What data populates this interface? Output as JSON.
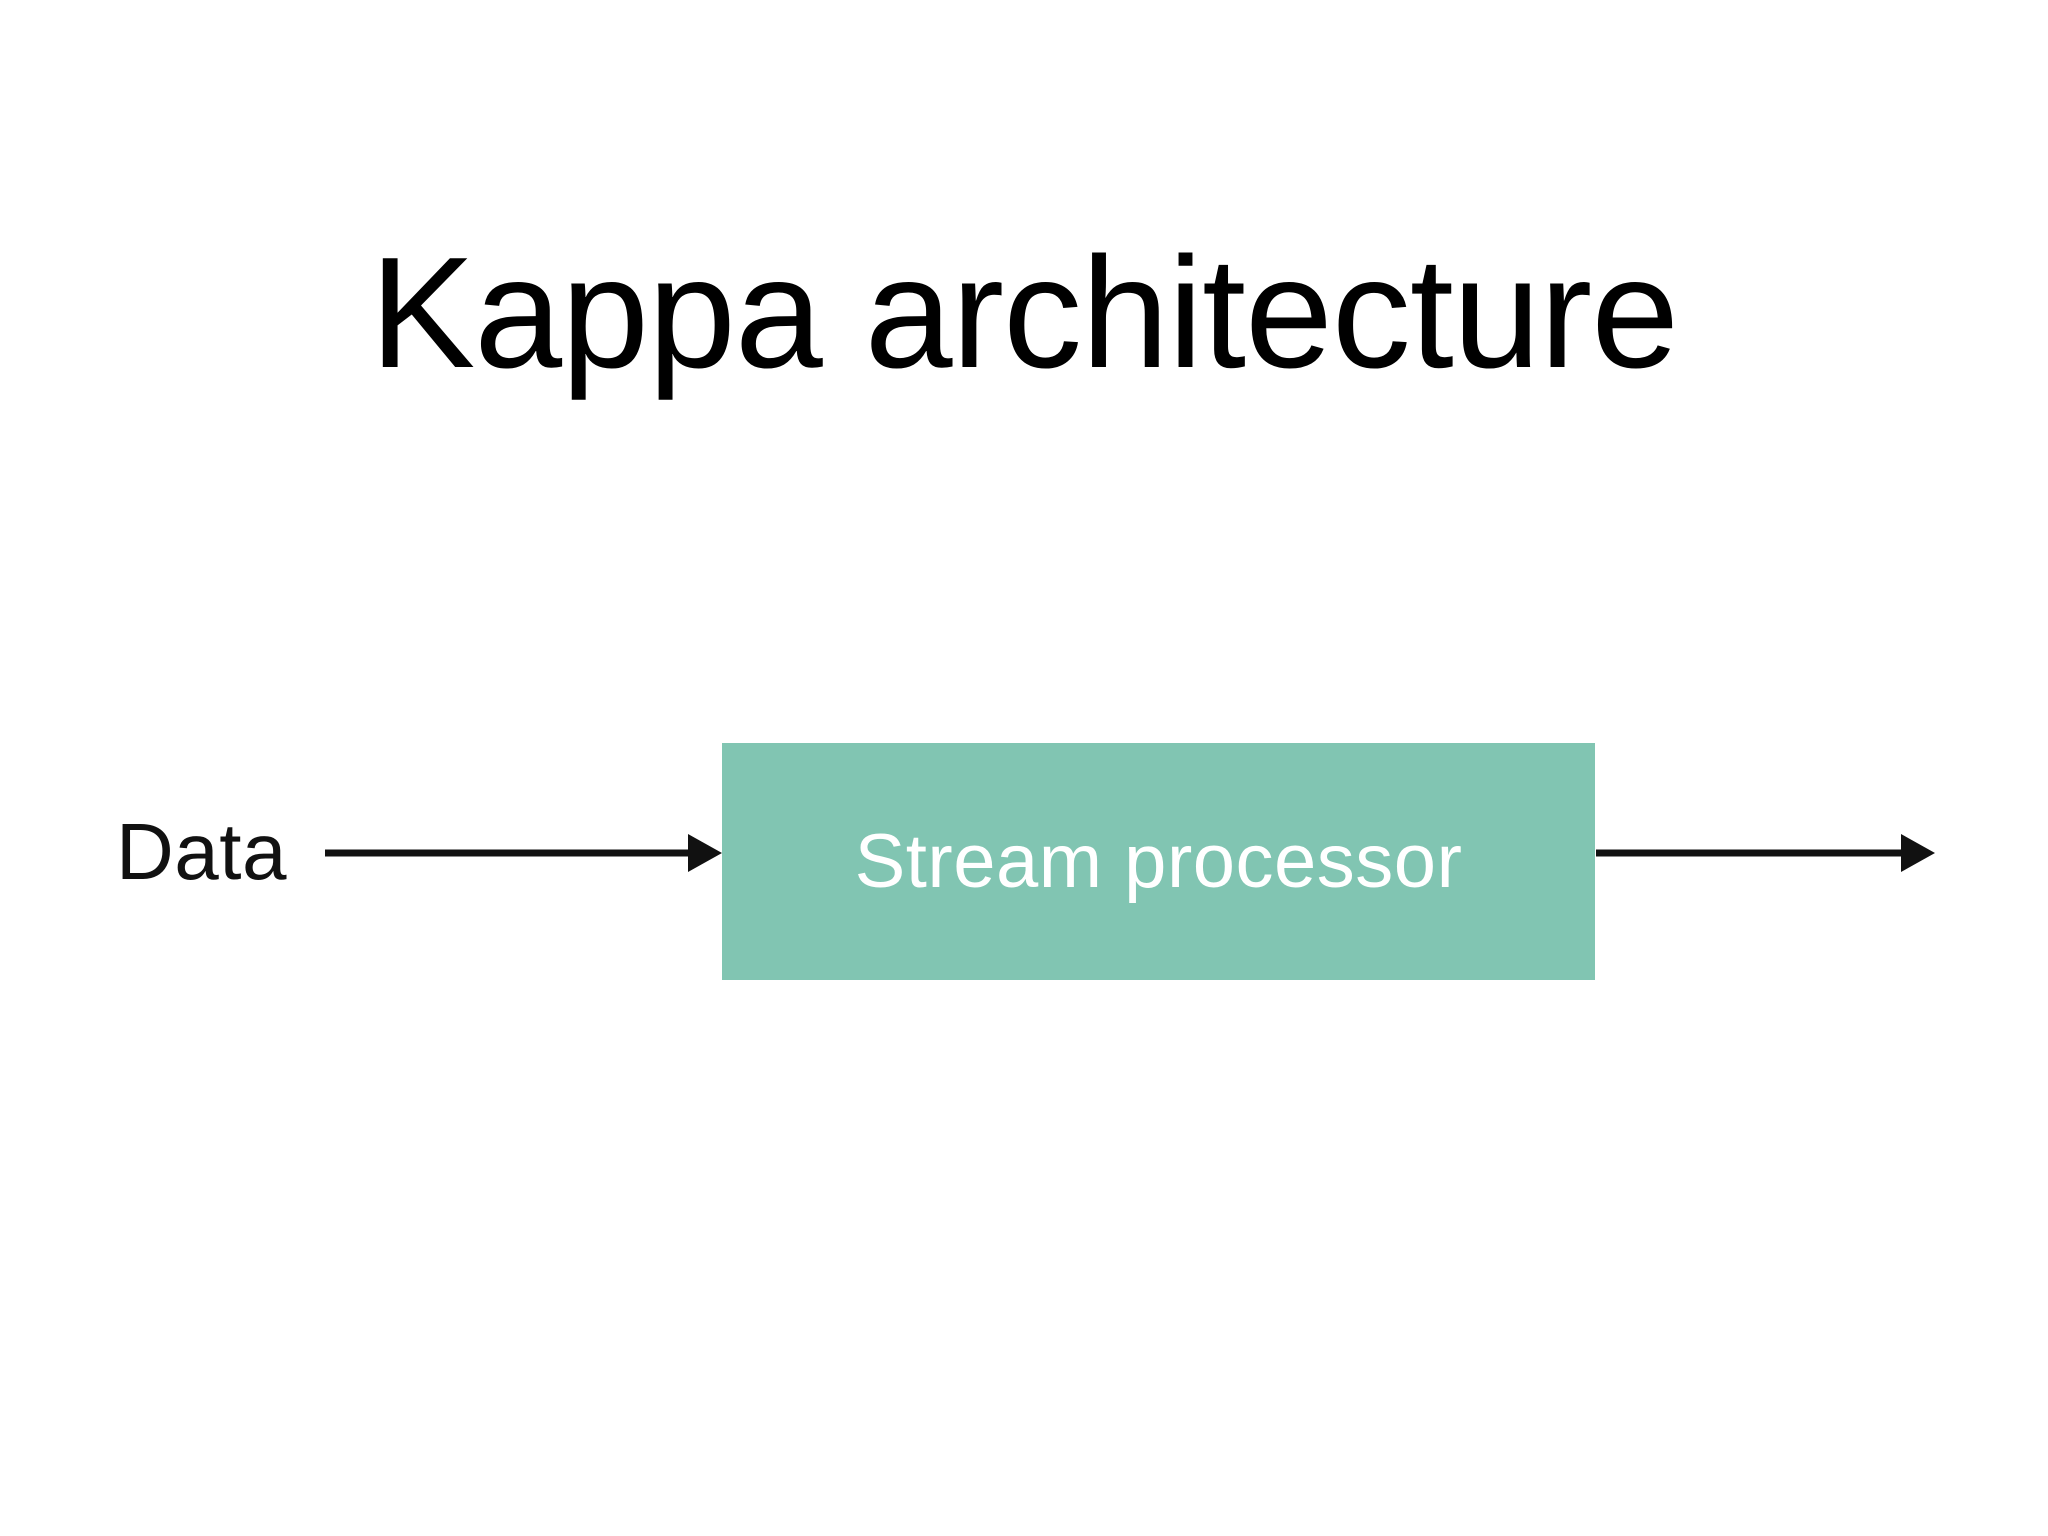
{
  "slide": {
    "title": "Kappa architecture",
    "background_color": "#ffffff",
    "title_color": "#000000"
  },
  "diagram": {
    "type": "flow",
    "accent_color": "#81c5b2",
    "arrow_color": "#111111",
    "source": {
      "label": "Data"
    },
    "processor": {
      "label": "Stream processor",
      "fill_color": "#81c5b2",
      "text_color": "#ffffff"
    },
    "arrows": [
      {
        "name": "data-to-processor",
        "from": "Data",
        "to": "Stream processor",
        "direction": "right"
      },
      {
        "name": "processor-to-output",
        "from": "Stream processor",
        "to": "",
        "direction": "right"
      }
    ]
  }
}
